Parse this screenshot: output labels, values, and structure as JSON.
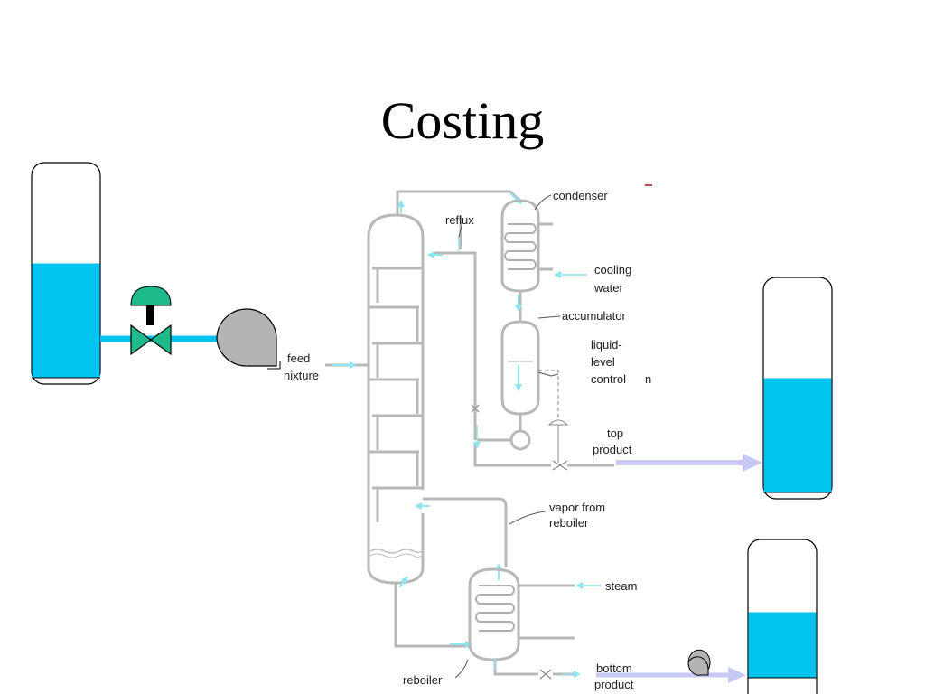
{
  "title": "Costing",
  "labels": {
    "condenser": "condenser",
    "reflux": "reflux",
    "cooling": "cooling",
    "water": "water",
    "accumulator": "accumulator",
    "liquid": "liquid-",
    "level": "level",
    "control": "control",
    "feed": "feed",
    "mixture": "nixture",
    "top": "top",
    "product_top": "product",
    "vapor_from": "vapor from",
    "reboiler_vapor": "reboiler",
    "steam": "steam",
    "reboiler": "reboiler",
    "bottom": "bottom",
    "product_bottom": "product",
    "stray_n": "n"
  },
  "tanks": {
    "feed_tank_level": 0.55,
    "top_product_tank_level": 0.55,
    "bottom_product_tank_level": 0.5
  },
  "colors": {
    "liquid": "#00c3ef",
    "flow_in": "#00c3ef",
    "flow_out": "#c8c8f4",
    "pump": "#b4b4b4",
    "valve_actuator": "#1dbb8b"
  }
}
